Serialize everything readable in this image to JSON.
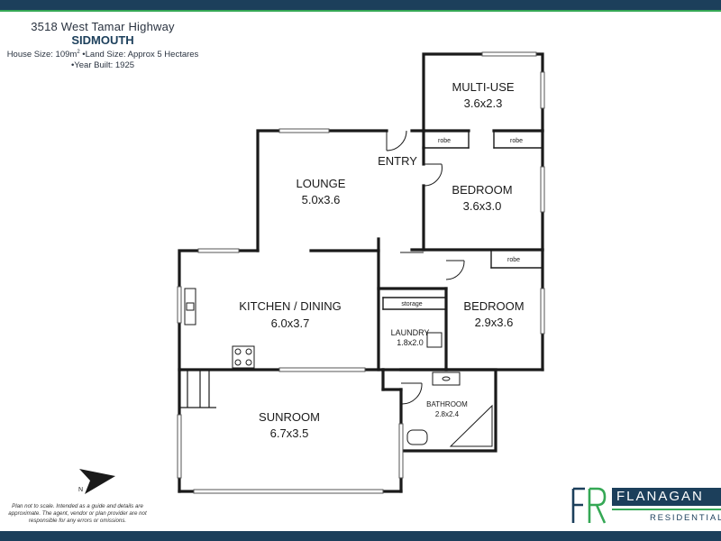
{
  "header": {
    "address": "3518 West Tamar Highway",
    "suburb": "SIDMOUTH",
    "house_size_prefix": "House Size: 109m",
    "house_size_sup": "2",
    "land_size": "•Land Size: Approx 5 Hectares",
    "year_built": "•Year Built: 1925"
  },
  "rooms": {
    "multi_use": {
      "name": "MULTI-USE",
      "size": "3.6x2.3"
    },
    "lounge": {
      "name": "LOUNGE",
      "size": "5.0x3.6"
    },
    "entry": {
      "name": "ENTRY"
    },
    "bedroom1": {
      "name": "BEDROOM",
      "size": "3.6x3.0"
    },
    "kitchen": {
      "name": "KITCHEN / DINING",
      "size": "6.0x3.7"
    },
    "laundry": {
      "name": "LAUNDRY",
      "size": "1.8x2.0"
    },
    "storage": {
      "name": "storage"
    },
    "bedroom2": {
      "name": "BEDROOM",
      "size": "2.9x3.6"
    },
    "sunroom": {
      "name": "SUNROOM",
      "size": "6.7x3.5"
    },
    "bathroom": {
      "name": "BATHROOM",
      "size": "2.8x2.4"
    },
    "robe1": {
      "name": "robe"
    },
    "robe2": {
      "name": "robe"
    },
    "robe3": {
      "name": "robe"
    }
  },
  "compass": {
    "label": "N"
  },
  "disclaimer": "Plan not to scale. Intended as a guide and details are approximate. The agent, vendor or plan provider are not responsible for any errors or omissions.",
  "logo": {
    "monogram": "FR",
    "name": "FLANAGAN",
    "sub": "RESIDENTIAL"
  },
  "colors": {
    "brand_navy": "#1c3f5b",
    "brand_green": "#35a855",
    "wall": "#1a1a1a"
  }
}
